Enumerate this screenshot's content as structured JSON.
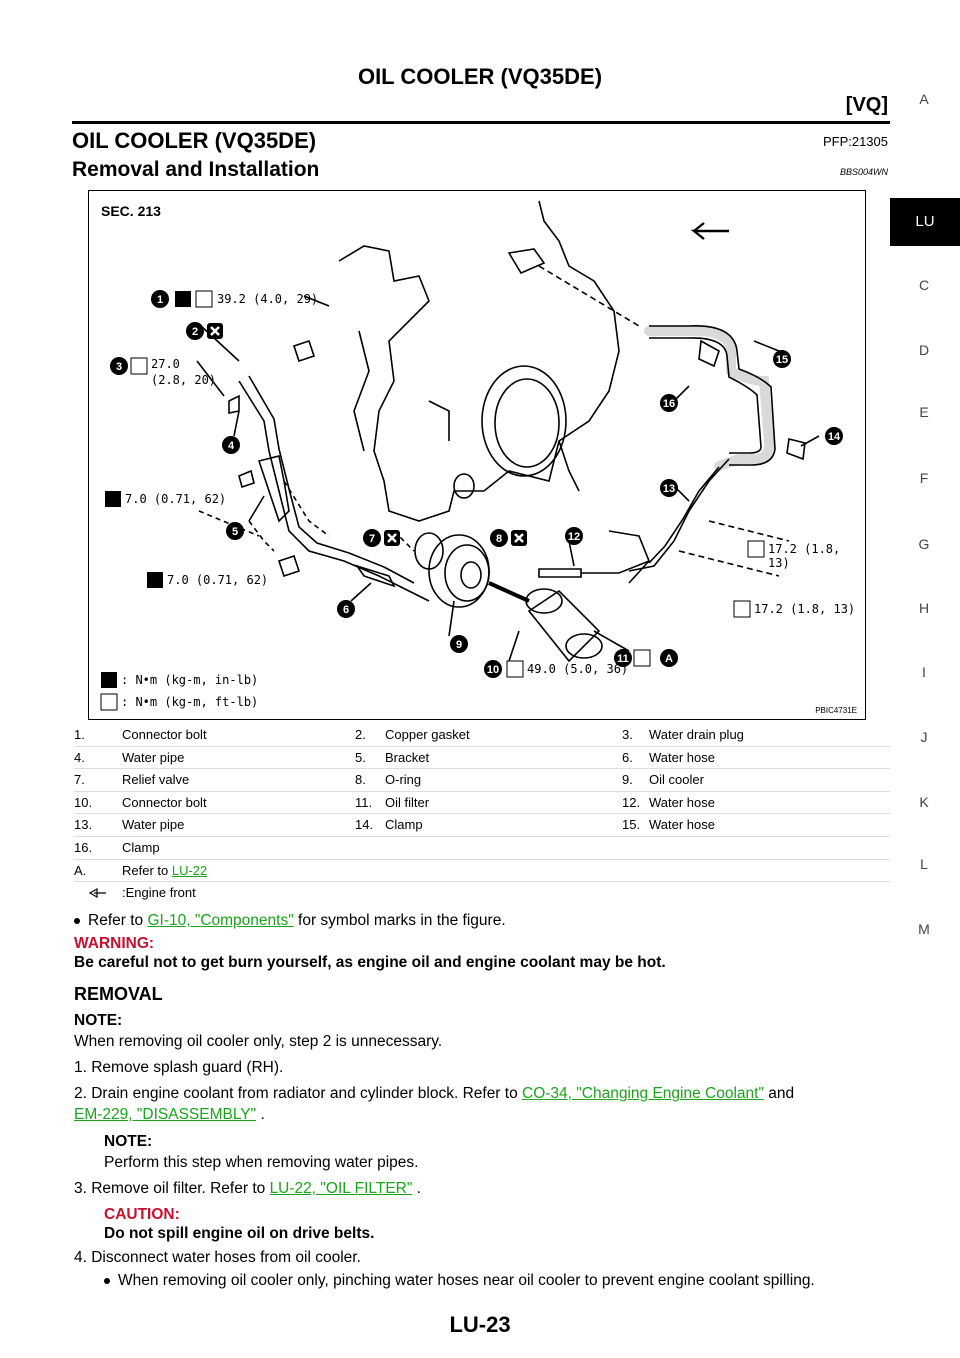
{
  "header": {
    "title": "OIL COOLER (VQ35DE)",
    "subtitle": "[VQ]"
  },
  "section": {
    "title": "OIL COOLER (VQ35DE)",
    "code": "PFP:21305"
  },
  "subsection": {
    "title": "Removal and Installation",
    "code": "BBS004WN"
  },
  "side_tabs": [
    "A",
    "LU",
    "C",
    "D",
    "E",
    "F",
    "G",
    "H",
    "I",
    "J",
    "K",
    "L",
    "M"
  ],
  "figure": {
    "sec": "SEC. 213",
    "code": "PBIC4731E",
    "torques": {
      "t1": "39.2 (4.0, 29)",
      "t3a": "27.0",
      "t3b": "(2.8, 20)",
      "t5": "7.0 (0.71, 62)",
      "t6": "7.0 (0.71, 62)",
      "t12": "17.2 (1.8, 13)",
      "t13": "17.2 (1.8, 13)",
      "t10": "49.0 (5.0, 36)"
    },
    "key1": ": N•m (kg-m, in-lb)",
    "key2": ": N•m (kg-m, ft-lb)"
  },
  "legend": [
    [
      "1.",
      "Connector bolt",
      "2.",
      "Copper gasket",
      "3.",
      "Water drain plug"
    ],
    [
      "4.",
      "Water pipe",
      "5.",
      "Bracket",
      "6.",
      "Water hose"
    ],
    [
      "7.",
      "Relief valve",
      "8.",
      "O-ring",
      "9.",
      "Oil cooler"
    ],
    [
      "10.",
      "Connector bolt",
      "11.",
      "Oil filter",
      "12.",
      "Water hose"
    ],
    [
      "13.",
      "Water pipe",
      "14.",
      "Clamp",
      "15.",
      "Water hose"
    ],
    [
      "16.",
      "Clamp",
      "",
      "",
      "",
      ""
    ]
  ],
  "legend_a": {
    "num": "A.",
    "text": "Refer to ",
    "link": "LU-22"
  },
  "legend_front": ":Engine front",
  "body": {
    "refer_pre": "Refer to ",
    "refer_link": "GI-10, \"Components\"",
    "refer_post": " for symbol marks in the figure.",
    "warning_label": "WARNING:",
    "warning_text": "Be careful not to get burn yourself, as engine oil and engine coolant may be hot.",
    "removal": "REMOVAL",
    "note1_label": "NOTE:",
    "note1_text": "When removing oil cooler only, step 2 is unnecessary.",
    "step1": "1.  Remove splash guard (RH).",
    "step2_pre": "2.  Drain engine coolant from radiator and cylinder block. Refer to ",
    "step2_link1": "CO-34, \"Changing Engine Coolant\"",
    "step2_mid": " and",
    "step2_link2": "EM-229, \"DISASSEMBLY\"",
    "step2_post": " .",
    "note2_label": "NOTE:",
    "note2_text": "Perform this step when removing water pipes.",
    "step3_pre": "3.  Remove oil filter. Refer to ",
    "step3_link": "LU-22, \"OIL FILTER\"",
    "step3_post": " .",
    "caution_label": "CAUTION:",
    "caution_text": "Do not spill engine oil on drive belts.",
    "step4": "4.  Disconnect water hoses from oil cooler.",
    "step4_bullet": "When removing oil cooler only, pinching water hoses near oil cooler to prevent engine coolant spilling."
  },
  "footer": "LU-23"
}
